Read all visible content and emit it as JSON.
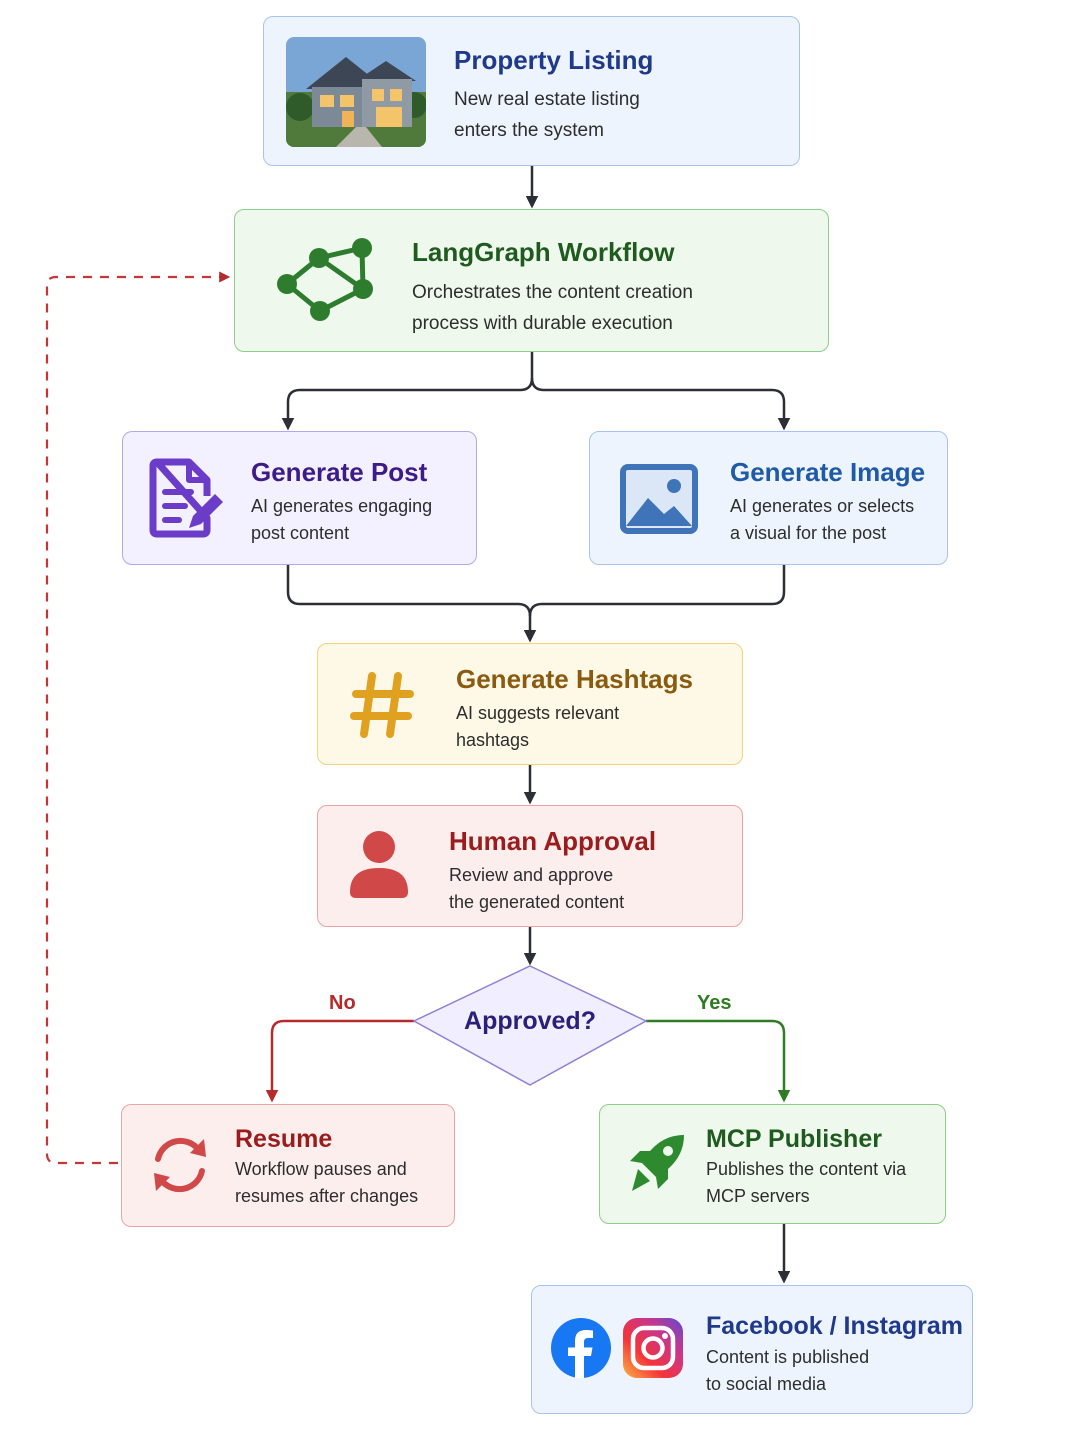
{
  "nodes": {
    "property": {
      "title": "Property Listing",
      "desc1": "New real estate listing",
      "desc2": "enters the system",
      "icon": "house-photo"
    },
    "langgraph": {
      "title": "LangGraph Workflow",
      "desc1": "Orchestrates the content creation",
      "desc2": "process with durable execution",
      "icon": "graph-icon"
    },
    "post": {
      "title": "Generate Post",
      "desc1": "AI generates engaging",
      "desc2": "post content",
      "icon": "document-edit-icon"
    },
    "image": {
      "title": "Generate Image",
      "desc1": "AI generates or selects",
      "desc2": "a visual for the post",
      "icon": "image-icon"
    },
    "hashtags": {
      "title": "Generate Hashtags",
      "desc1": "AI suggests relevant",
      "desc2": "hashtags",
      "icon": "hashtag-icon"
    },
    "approval": {
      "title": "Human Approval",
      "desc1": "Review and approve",
      "desc2": "the generated content",
      "icon": "person-icon"
    },
    "decision": {
      "title": "Approved?"
    },
    "resume": {
      "title": "Resume",
      "desc1": "Workflow pauses and",
      "desc2": "resumes after changes",
      "icon": "refresh-icon"
    },
    "publisher": {
      "title": "MCP Publisher",
      "desc1": "Publishes the content via",
      "desc2": "MCP servers",
      "icon": "rocket-icon"
    },
    "social": {
      "title": "Facebook / Instagram",
      "desc1": "Content is published",
      "desc2": "to social media",
      "icon": "facebook-instagram-icons"
    }
  },
  "edges": {
    "no_label": "No",
    "yes_label": "Yes"
  },
  "colors": {
    "blue": "#1f3a8a",
    "green": "#1f6b1f",
    "purple": "#4a1fa0",
    "amber": "#8a5a10",
    "red": "#9a1c1c",
    "line": "#2b2f36",
    "no_line": "#b52a2a",
    "yes_line": "#2e7d22"
  }
}
